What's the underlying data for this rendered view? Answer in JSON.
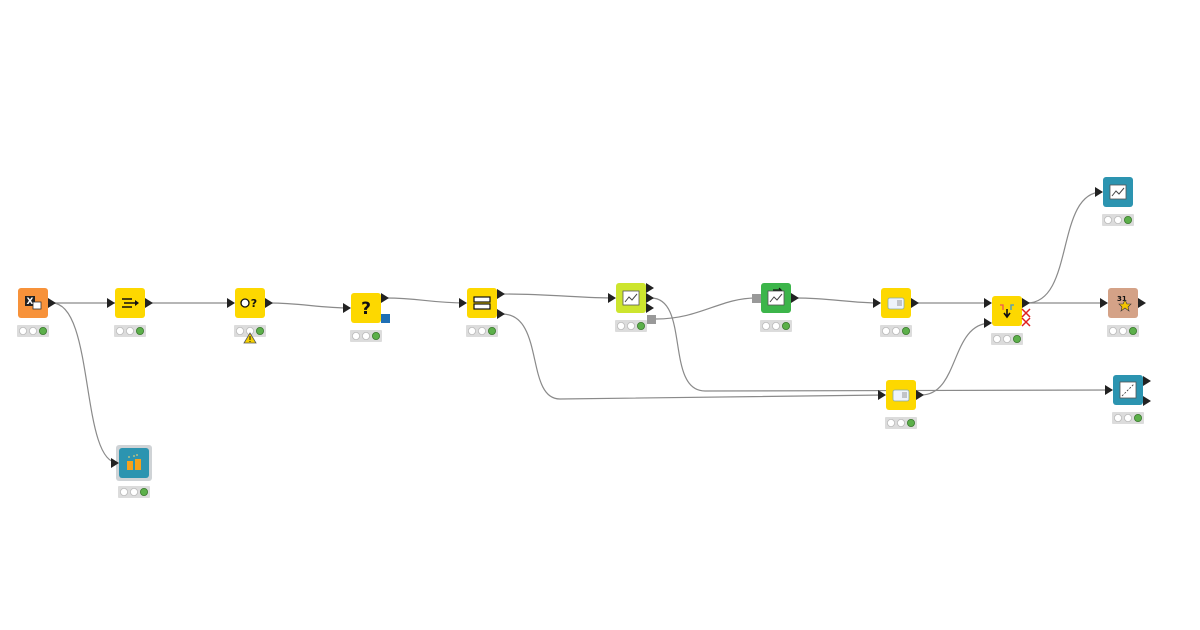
{
  "workflow": {
    "nodes": [
      {
        "id": "excel-reader",
        "color": "#f7923a",
        "icon": "excel-table-icon",
        "status": "executed",
        "glyph": "X"
      },
      {
        "id": "column-filter",
        "color": "#fdd800",
        "icon": "column-arrows-icon",
        "status": "executed"
      },
      {
        "id": "time-missing",
        "color": "#fdd800",
        "icon": "clock-question-icon",
        "status": "executed",
        "warning": true,
        "glyph": "?"
      },
      {
        "id": "missing-value",
        "color": "#fdd800",
        "icon": "question-mark-icon",
        "status": "executed",
        "glyph": "?"
      },
      {
        "id": "partitioning",
        "color": "#fdd800",
        "icon": "split-table-icon",
        "status": "executed"
      },
      {
        "id": "learner",
        "color": "#cde52e",
        "icon": "line-chart-icon",
        "status": "executed"
      },
      {
        "id": "predictor",
        "color": "#3cb54a",
        "icon": "trend-arrow-icon",
        "status": "executed"
      },
      {
        "id": "transform-a",
        "color": "#fdd800",
        "icon": "document-icon",
        "status": "executed"
      },
      {
        "id": "switch",
        "color": "#fdd800",
        "icon": "merge-arrows-icon",
        "status": "executed",
        "inactive_outputs": 2
      },
      {
        "id": "line-plot",
        "color": "#2c94b0",
        "icon": "area-chart-icon",
        "status": "executed"
      },
      {
        "id": "time-node",
        "color": "#d4a287",
        "icon": "calendar-star-icon",
        "status": "executed",
        "glyph": "31"
      },
      {
        "id": "transform-b",
        "color": "#fdd800",
        "icon": "document-icon",
        "status": "executed"
      },
      {
        "id": "scatter-plot",
        "color": "#2c94b0",
        "icon": "scatter-icon",
        "status": "executed"
      },
      {
        "id": "bar-chart",
        "color": "#2c94b0",
        "icon": "bar-chart-icon",
        "status": "executed"
      }
    ],
    "status_colors": {
      "idle": "#ffffff",
      "executed": "#5cb04a",
      "warning": "#f5d000",
      "port_flow": "#1f6fb5",
      "port_model": "#999999",
      "inactive": "#e02020"
    }
  }
}
